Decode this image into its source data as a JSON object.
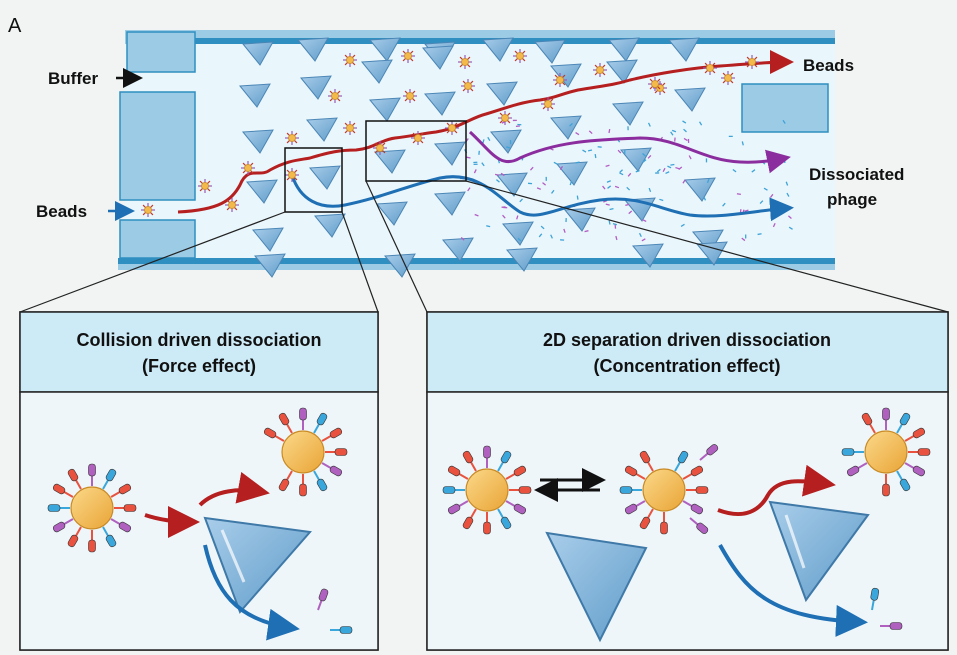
{
  "panel_letter": "A",
  "channel_labels": {
    "buffer": "Buffer",
    "beads_in": "Beads",
    "beads_out": "Beads",
    "dissociated_line1": "Dissociated",
    "dissociated_line2": "phage"
  },
  "panels": [
    {
      "title_line1": "Collision driven dissociation",
      "title_line2": "(Force effect)"
    },
    {
      "title_line1": "2D separation driven dissociation",
      "title_line2": "(Concentration effect)"
    }
  ],
  "colors": {
    "channel_fill": "#e9f6fb",
    "channel_wall": "#2f8fc0",
    "pillar": "#7fb3d9",
    "bead_path": "#b51f1f",
    "phage_path_purple": "#8b2d9e",
    "phage_path_blue": "#1e6fb3",
    "panel_header": "#cdebf7",
    "bead_fill": "#f3b94b"
  },
  "icons": [
    "buffer-arrow-icon",
    "beads-in-arrow-icon",
    "equilibrium-arrows-icon"
  ]
}
